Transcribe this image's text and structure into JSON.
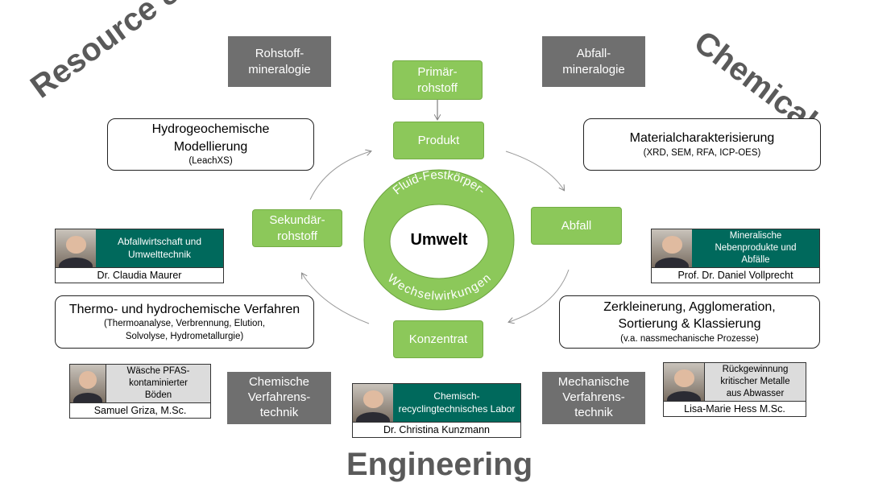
{
  "corners": {
    "top_left": "Resource &",
    "top_right": "Chemical",
    "bottom": "Engineering"
  },
  "gray_boxes": {
    "rohstoff": "Rohstoff-\nmineralogie",
    "abfall": "Abfall-\nmineralogie",
    "chemische": "Chemische\nVerfahrens-\ntechnik",
    "mechanische": "Mechanische\nVerfahrens-\ntechnik"
  },
  "cycle": {
    "primaer": "Primär-\nrohstoff",
    "produkt": "Produkt",
    "abfall": "Abfall",
    "konzentrat": "Konzentrat",
    "sekundaer": "Sekundär-\nrohstoff"
  },
  "center": {
    "title": "Umwelt",
    "ring_top": "Fluid-Festkörper-",
    "ring_bottom": "Wechselwirkungen"
  },
  "methods": {
    "hydro": {
      "title": "Hydrogeochemische\nModellierung",
      "sub": "(LeachXS)"
    },
    "material": {
      "title": "Materialcharakterisierung",
      "sub": "(XRD, SEM, RFA, ICP-OES)"
    },
    "thermo": {
      "title": "Thermo- und hydrochemische Verfahren",
      "sub": "(Thermoanalyse, Verbrennung, Elution,\nSolvolyse, Hydrometallurgie)"
    },
    "zerkl": {
      "title": "Zerkleinerung, Agglomeration,\nSortierung & Klassierung",
      "sub": "(v.a. nassmechanische Prozesse)"
    }
  },
  "people": {
    "maurer": {
      "topic": "Abfallwirtschaft und\nUmwelttechnik",
      "name": "Dr. Claudia Maurer"
    },
    "vollprecht": {
      "topic": "Mineralische\nNebenprodukte und\nAbfälle",
      "name": "Prof. Dr. Daniel Vollprecht"
    },
    "griza": {
      "topic": "Wäsche PFAS-\nkontaminierter\nBöden",
      "name": "Samuel Griza, M.Sc."
    },
    "kunzmann": {
      "topic": "Chemisch-\nrecyclingtechnisches Labor",
      "name": "Dr. Christina Kunzmann"
    },
    "hess": {
      "topic": "Rückgewinnung\nkritischer Metalle\naus Abwasser",
      "name": "Lisa-Marie Hess M.Sc."
    }
  },
  "colors": {
    "green": "#8cc85a",
    "teal": "#00695c",
    "gray": "#6f6f6f"
  }
}
